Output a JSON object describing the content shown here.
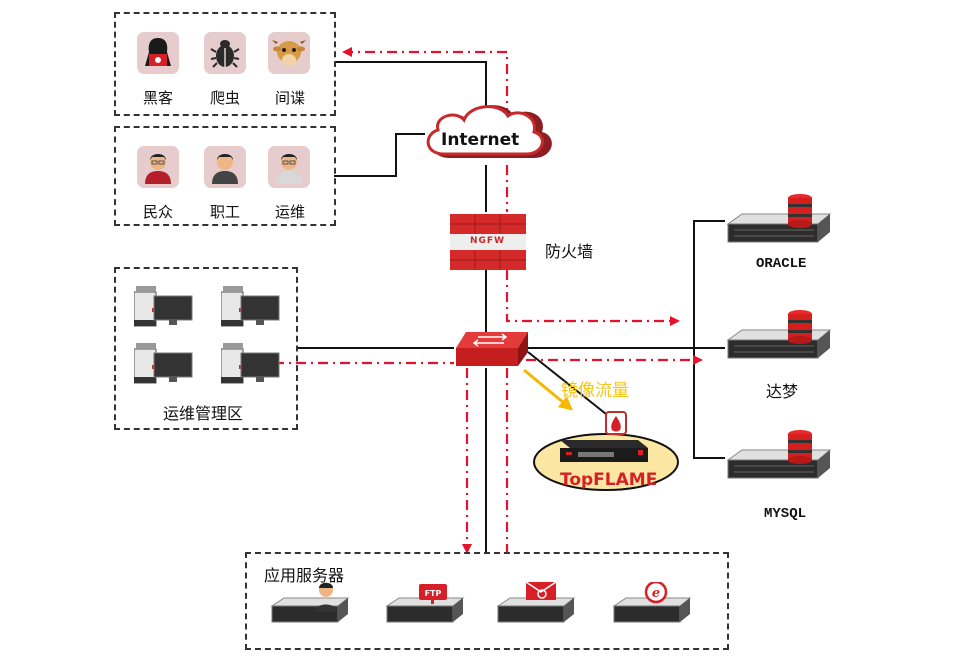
{
  "diagram": {
    "threat_group": {
      "items": [
        {
          "label": "黑客",
          "icon": "hacker-icon"
        },
        {
          "label": "爬虫",
          "icon": "bug-icon"
        },
        {
          "label": "间谍",
          "icon": "spy-cow-icon"
        }
      ]
    },
    "user_group": {
      "items": [
        {
          "label": "民众",
          "icon": "citizen-icon"
        },
        {
          "label": "职工",
          "icon": "employee-icon"
        },
        {
          "label": "运维",
          "icon": "ops-user-icon"
        }
      ]
    },
    "internet": {
      "label": "Internet"
    },
    "firewall": {
      "label": "防火墙",
      "badge": "NGFW"
    },
    "ops_zone": {
      "label": "运维管理区"
    },
    "mirror": {
      "label": "镜像流量"
    },
    "topflame": {
      "label": "TopFLAME"
    },
    "databases": [
      {
        "label": "ORACLE"
      },
      {
        "label": "达梦"
      },
      {
        "label": "MYSQL"
      }
    ],
    "app_servers": {
      "label": "应用服务器",
      "items": [
        {
          "icon": "user-server-icon"
        },
        {
          "icon": "ftp-server-icon",
          "badge": "FTP"
        },
        {
          "icon": "mail-server-icon"
        },
        {
          "icon": "web-server-icon"
        }
      ]
    },
    "colors": {
      "attack_flow": "#e8112d",
      "link": "#111111",
      "mirror_arrow": "#f5b800",
      "mirror_text": "#f5c518",
      "brand_red": "#d61f26",
      "ellipse_fill": "#fbe7a1",
      "tile_bg": "#e6cccc"
    }
  }
}
